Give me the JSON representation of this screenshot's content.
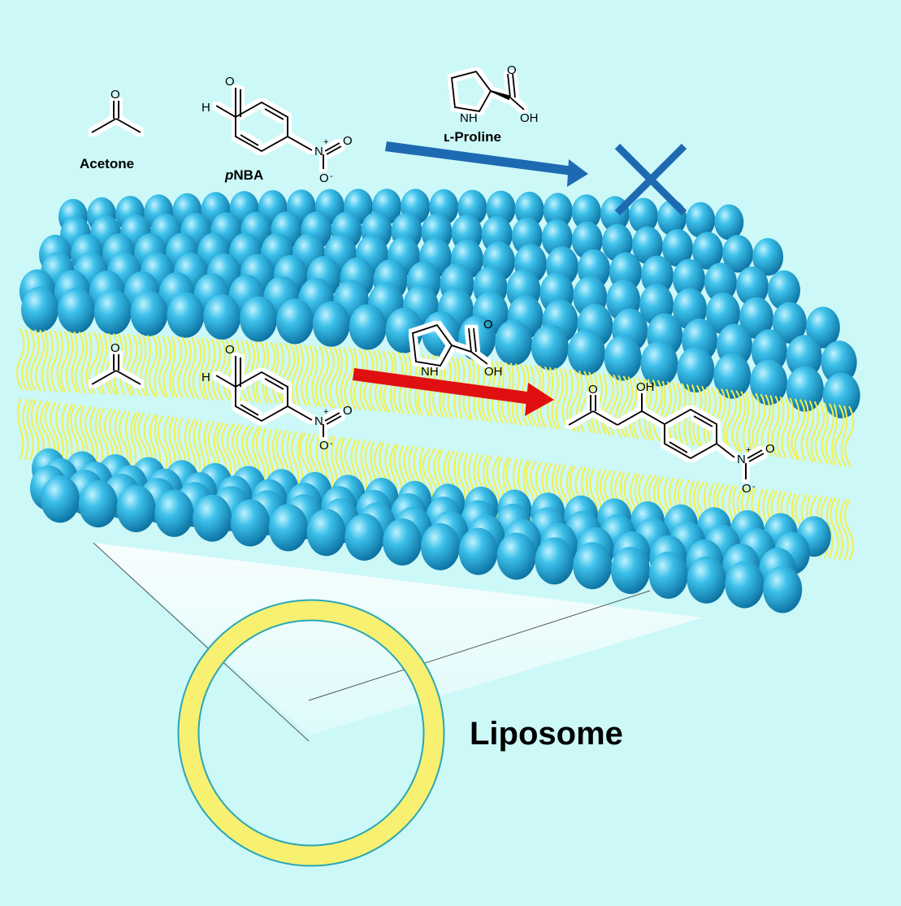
{
  "labels": {
    "acetone": "Acetone",
    "pnba_italic": "p",
    "pnba_rest": "NBA",
    "proline": "ʟ-Proline",
    "liposome": "Liposome"
  },
  "atoms": {
    "o": "O",
    "h": "H",
    "n": "N",
    "plus": "+",
    "minus": "-",
    "nh": "NH",
    "oh": "OH"
  },
  "colors": {
    "background": "#ccf8f8",
    "head": "#1ea7d6",
    "tail": "#f4f04a",
    "blue_arrow": "#1e6ab2",
    "red_arrow": "#e01010",
    "cross": "#1e6ab2",
    "ring": "#f8f070"
  },
  "icons": {
    "blocked_reaction": "cross-icon"
  }
}
